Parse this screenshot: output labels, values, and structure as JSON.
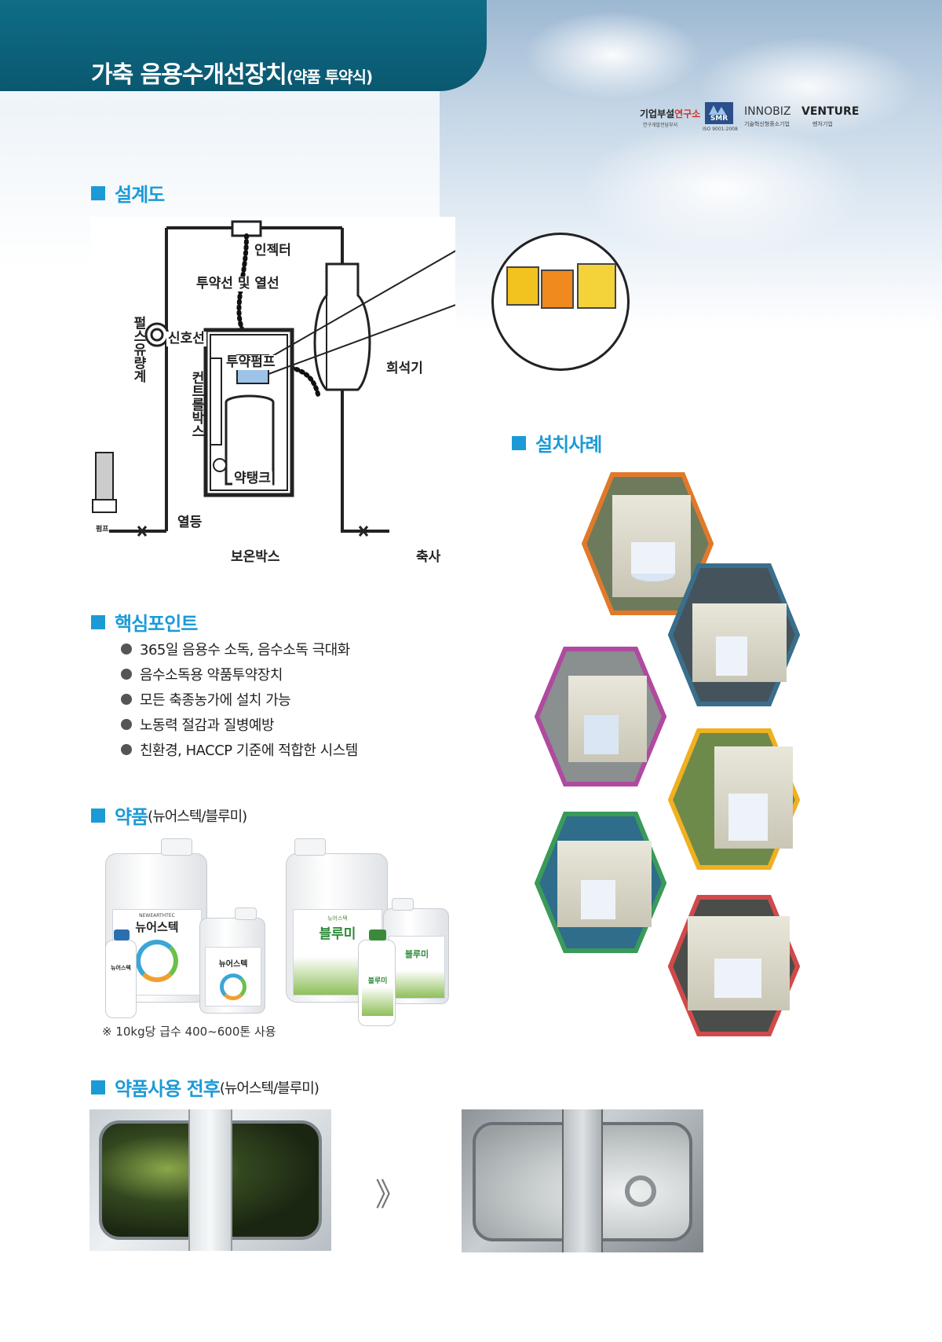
{
  "header": {
    "title_main": "가축 음용수개선장치",
    "title_sub": "(약품 투약식)"
  },
  "certs": {
    "lab": {
      "main_black": "기업부설",
      "main_red": "연구소",
      "sub": "연구개발전담부서"
    },
    "smr": {
      "label": "SMR",
      "sub": "ISO 9001:2008"
    },
    "innobiz": {
      "label": "INNOBIZ",
      "sub": "기술혁신형중소기업"
    },
    "venture": {
      "label": "VENTURE",
      "sub": "벤처기업"
    }
  },
  "sections": {
    "design": "설계도",
    "install": "설치사례",
    "points": "핵심포인트",
    "chem": "약품",
    "chem_sub": "(뉴어스텍/블루미)",
    "beforeafter": "약품사용 전후",
    "beforeafter_sub": "(뉴어스텍/블루미)"
  },
  "diagram": {
    "injector": "인젝터",
    "dosing_line": "투약선 및 열선",
    "signal_line": "신호선",
    "pump": "투약펌프",
    "flowmeter": "펄스유량계",
    "control_box": "컨트롤박스",
    "tank": "약탱크",
    "heater": "열등",
    "insulation_box": "보온박스",
    "barn": "축사",
    "diluter": "희석기",
    "pump_small": "펌프"
  },
  "points": [
    "365일 음용수 소독, 음수소독 극대화",
    "음수소독용 약품투약장치",
    "모든 축종농가에 설치 가능",
    "노동력 절감과 질병예방",
    "친환경, HACCP 기준에 적합한 시스템"
  ],
  "products": {
    "newearthtec": "뉴어스텍",
    "newearthtec_en": "NEWEARTHTEC",
    "bluemi": "블루미",
    "bluemi_top": "뉴어스텍"
  },
  "note": "※ 10kg당 급수 400~600톤 사용",
  "arrow": "》",
  "colors": {
    "header": "#0f6d86",
    "accent": "#1c9ad6",
    "hex_borders": [
      "#e07a2a",
      "#3a6f8c",
      "#b04aa0",
      "#f0b020",
      "#3a9a5a",
      "#d04a4a"
    ]
  }
}
